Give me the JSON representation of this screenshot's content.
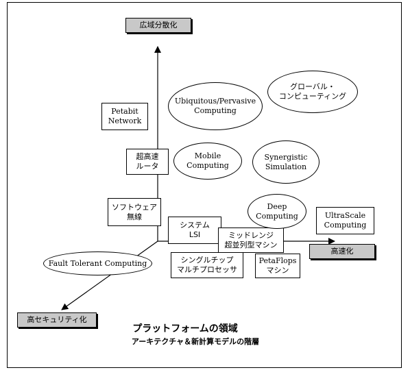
{
  "axes": {
    "up": "広域分散化",
    "right": "高速化",
    "down_left": "高セキュリティ化"
  },
  "boxes": {
    "petabit": [
      "Petabit",
      "Network"
    ],
    "router": [
      "超高速",
      "ルータ"
    ],
    "software": [
      "ソフトウェア",
      "無線"
    ],
    "system_lsi": [
      "システム",
      "LSI"
    ],
    "midrange": [
      "ミッドレンジ",
      "超並列型マシン"
    ],
    "single_chip": [
      "シングルチップ",
      "マルチプロセッサ"
    ],
    "petaflops": [
      "PetaFlops",
      "マシン"
    ],
    "ultrascale": [
      "UltraScale",
      "Computing"
    ]
  },
  "ovals": {
    "ubiquitous": [
      "Ubiquitous/Pervasive",
      "Computing"
    ],
    "global": [
      "グローバル・",
      "コンピューティング"
    ],
    "mobile": [
      "Mobile",
      "Computing"
    ],
    "synergistic": [
      "Synergistic",
      "Simulation"
    ],
    "deep": [
      "Deep",
      "Computing"
    ],
    "fault_tolerant": "Fault Tolerant Computing"
  },
  "caption": {
    "title": "プラットフォームの領域",
    "subtitle": "アーキテクチャ＆新計算モデルの階層"
  }
}
